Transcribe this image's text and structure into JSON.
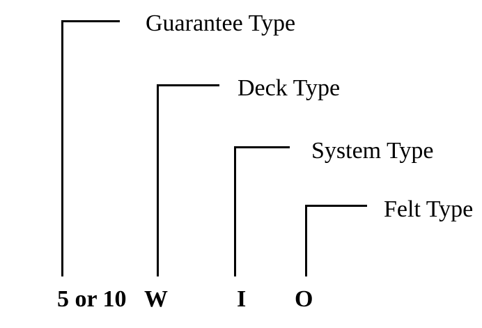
{
  "diagram": {
    "background_color": "#ffffff",
    "line_color": "#000000",
    "callouts": [
      {
        "code": "5 or 10",
        "label": "Guarantee Type"
      },
      {
        "code": "W",
        "label": "Deck Type"
      },
      {
        "code": "I",
        "label": "System Type"
      },
      {
        "code": "O",
        "label": "Felt Type"
      }
    ]
  }
}
